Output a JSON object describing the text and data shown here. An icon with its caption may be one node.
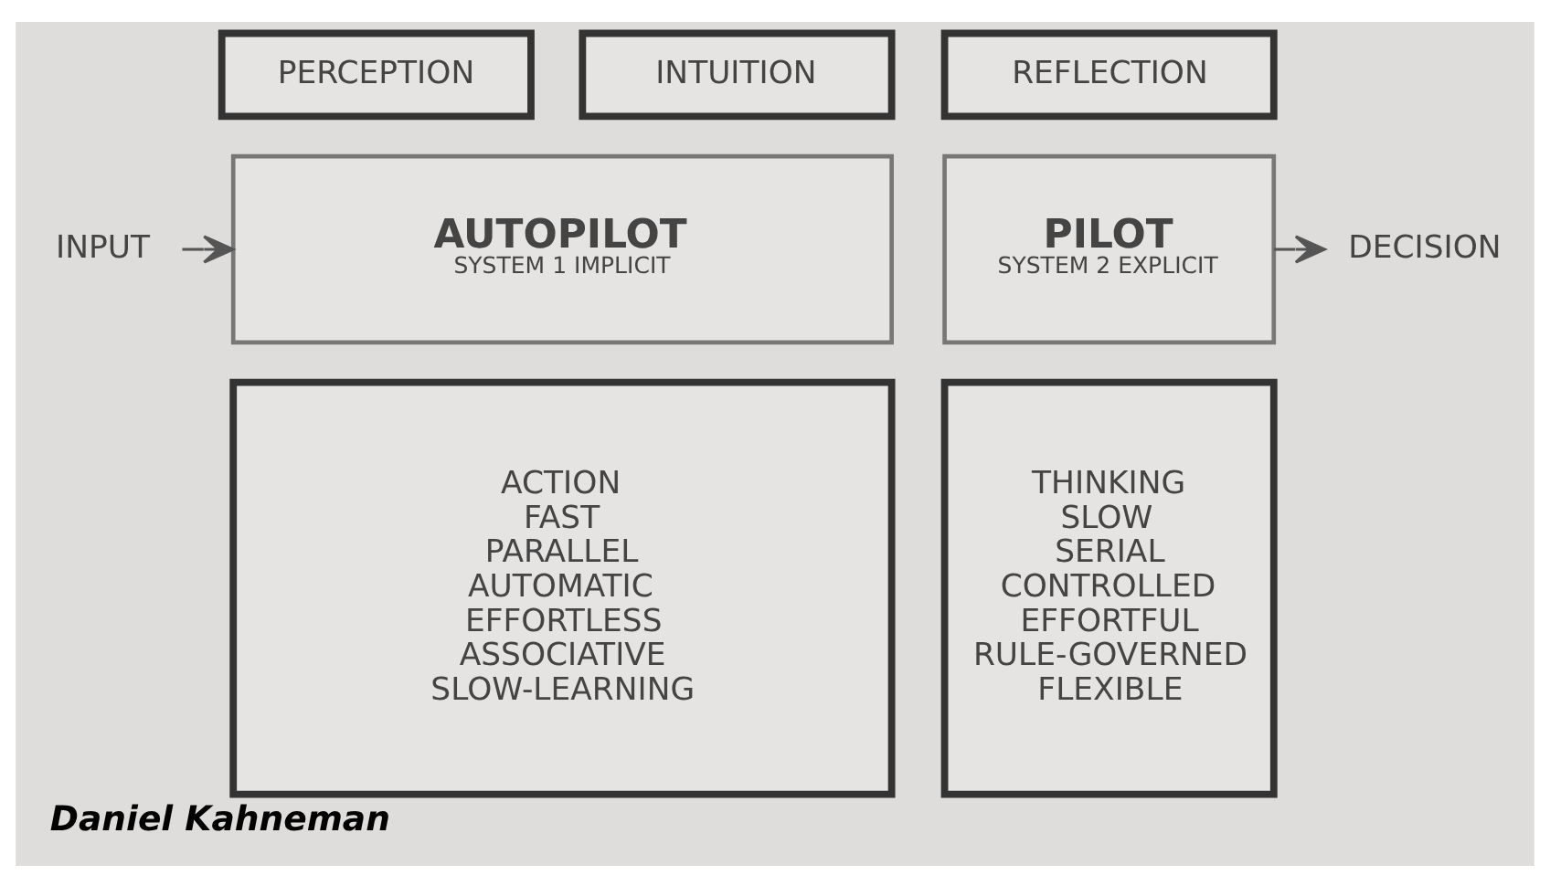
{
  "diagram": {
    "caption": "Daniel Kahneman",
    "nodes": [
      {
        "text": [
          "INPUT"
        ]
      },
      {
        "text": [
          "PERCEPTION"
        ]
      },
      {
        "text": [
          "INTUITION"
        ]
      },
      {
        "text": [
          "REFLECTION"
        ]
      },
      {
        "text": [
          "AUTOPILOT",
          "SYSTEM 1 IMPLICIT"
        ]
      },
      {
        "text": [
          "PILOT",
          "SYSTEM 2 EXPLICIT"
        ]
      },
      {
        "text": [
          "ACTION",
          "FAST",
          "PARALLEL",
          "AUTOMATIC",
          "EFFORTLESS",
          "ASSOCIATIVE",
          "SLOW-LEARNING"
        ]
      },
      {
        "text": [
          "THINKING",
          "SLOW",
          "SERIAL",
          "CONTROLLED",
          "EFFORTFUL",
          "RULE-GOVERNED",
          "FLEXIBLE"
        ]
      },
      {
        "text": [
          "DECISION"
        ]
      }
    ],
    "edges": [
      {
        "from": 0,
        "to": 4,
        "arrow": "to"
      },
      {
        "from": 5,
        "to": 8,
        "arrow": "to"
      }
    ]
  }
}
